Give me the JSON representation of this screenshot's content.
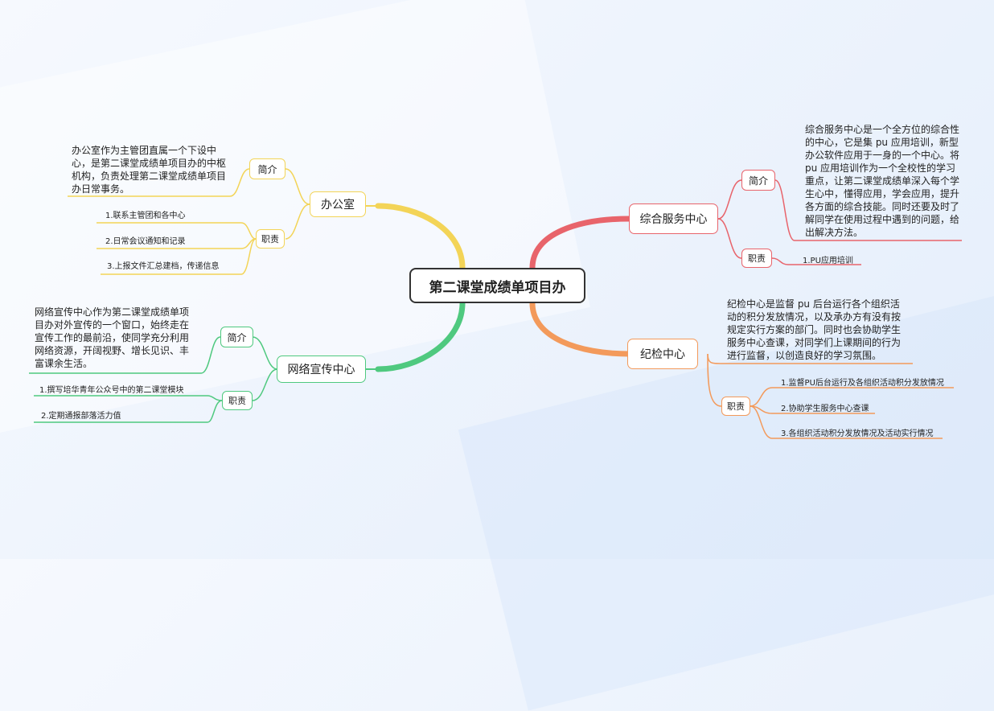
{
  "root": {
    "label": "第二课堂成绩单项目办"
  },
  "colors": {
    "office": "#f3d457",
    "service": "#e8646b",
    "media": "#4fc97f",
    "discipline": "#f39a5b"
  },
  "branches": {
    "office": {
      "label": "办公室",
      "intro_label": "简介",
      "intro_text": "办公室作为主管团直属一个下设中心，是第二课堂成绩单项目办的中枢机构，负责处理第二课堂成绩单项目办日常事务。",
      "duty_label": "职责",
      "duties": [
        "1.联系主管团和各中心",
        "2.日常会议通知和记录",
        "3.上报文件汇总建档，传递信息"
      ]
    },
    "media": {
      "label": "网络宣传中心",
      "intro_label": "简介",
      "intro_text": "网络宣传中心作为第二课堂成绩单项目办对外宣传的一个窗口，始终走在宣传工作的最前沿，使同学充分利用网络资源，开阔视野、增长见识、丰富课余生活。",
      "duty_label": "职责",
      "duties": [
        "1.撰写培华青年公众号中的第二课堂模块",
        "2.定期通报部落活力值"
      ]
    },
    "service": {
      "label": "综合服务中心",
      "intro_label": "简介",
      "intro_text": "综合服务中心是一个全方位的综合性的中心，它是集 pu 应用培训，新型办公软件应用于一身的一个中心。将 pu 应用培训作为一个全校性的学习重点，让第二课堂成绩单深入每个学生心中，懂得应用，学会应用，提升各方面的综合技能。同时还要及时了解同学在使用过程中遇到的问题，给出解决方法。",
      "duty_label": "职责",
      "duties": [
        "1.PU应用培训"
      ]
    },
    "discipline": {
      "label": "纪检中心",
      "intro_text": "纪检中心是监督 pu 后台运行各个组织活动的积分发放情况，以及承办方有没有按规定实行方案的部门。同时也会协助学生服务中心查课，对同学们上课期间的行为进行监督，以创造良好的学习氛围。",
      "duty_label": "职责",
      "duties": [
        "1.监督PU后台运行及各组织活动积分发放情况",
        "2.协助学生服务中心查课",
        "3.各组织活动积分发放情况及活动实行情况"
      ]
    }
  }
}
